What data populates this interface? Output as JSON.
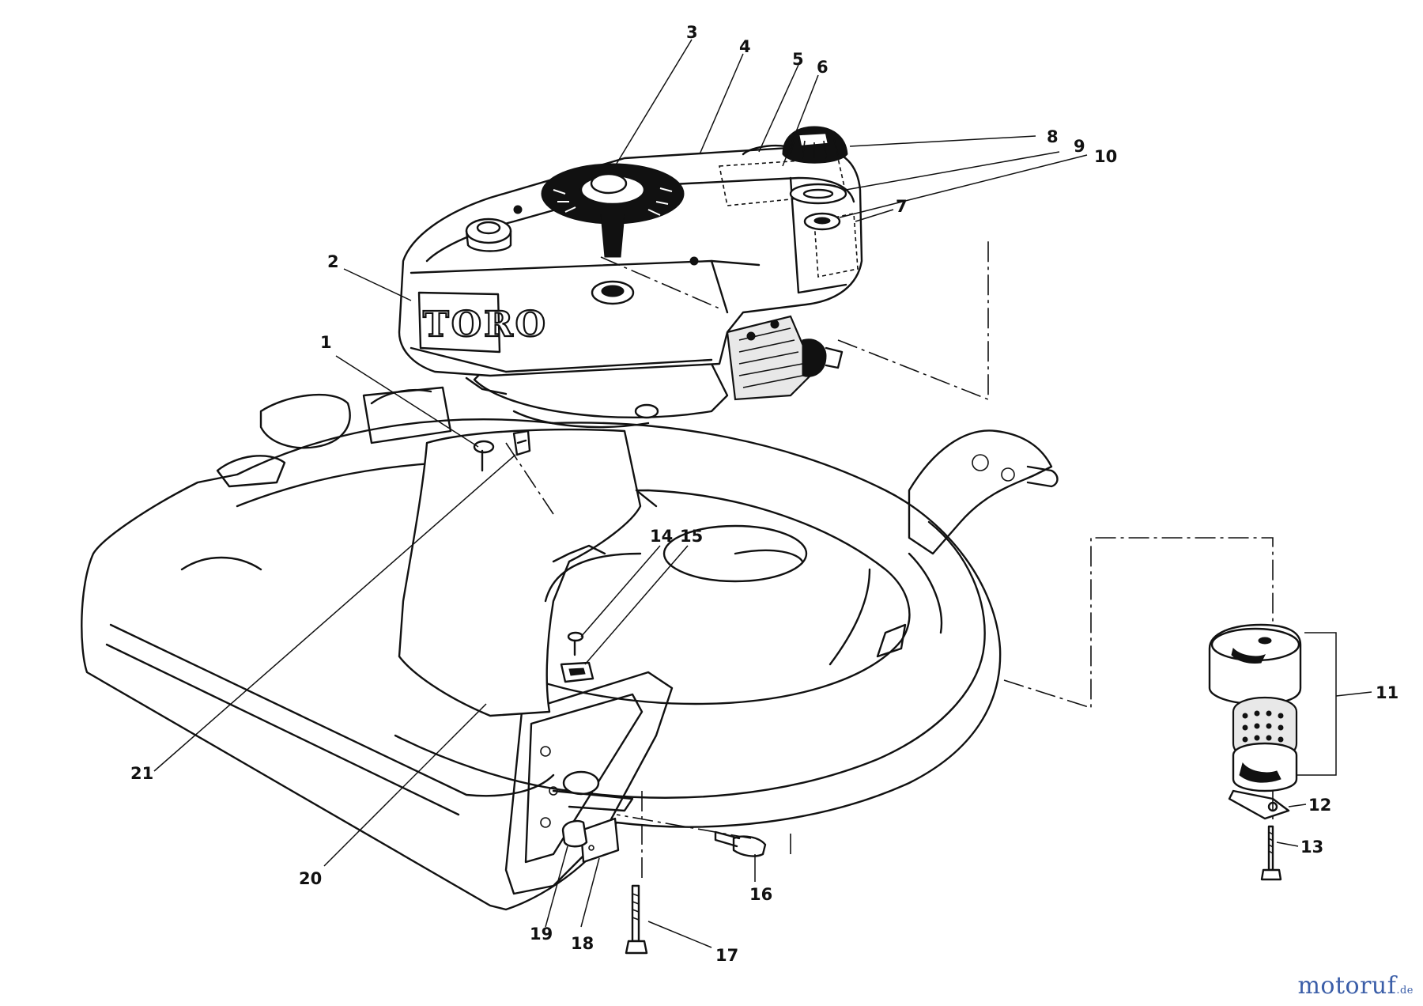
{
  "diagram": {
    "brand_label": "TORO",
    "callouts": [
      "1",
      "2",
      "3",
      "4",
      "5",
      "6",
      "7",
      "8",
      "9",
      "10",
      "11",
      "12",
      "13",
      "14",
      "15",
      "16",
      "17",
      "18",
      "19",
      "20",
      "21"
    ]
  },
  "watermark": {
    "text_main": "motoruf",
    "text_suffix": ".de"
  }
}
